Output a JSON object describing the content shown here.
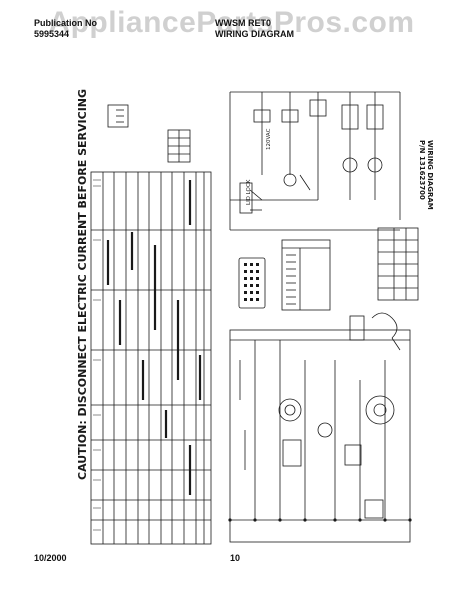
{
  "header": {
    "publication_label": "Publication No",
    "publication_number": "5995344",
    "model": "WWSM",
    "model_suffix": "RET0",
    "title": "WIRING DIAGRAM"
  },
  "watermark": "AppliancePartsPros.com",
  "caution": "CAUTION: DISCONNECT ELECTRIC CURRENT BEFORE SERVICING",
  "diagram": {
    "title": "WIRING DIAGRAM",
    "part_number": "P/N 131623700",
    "voltage": "120VAC",
    "lid_lock": "LID LOCK"
  },
  "footer": {
    "date": "10/2000",
    "page": "10"
  },
  "colors": {
    "ink": "#1a1a1a",
    "watermark": "#969696"
  }
}
